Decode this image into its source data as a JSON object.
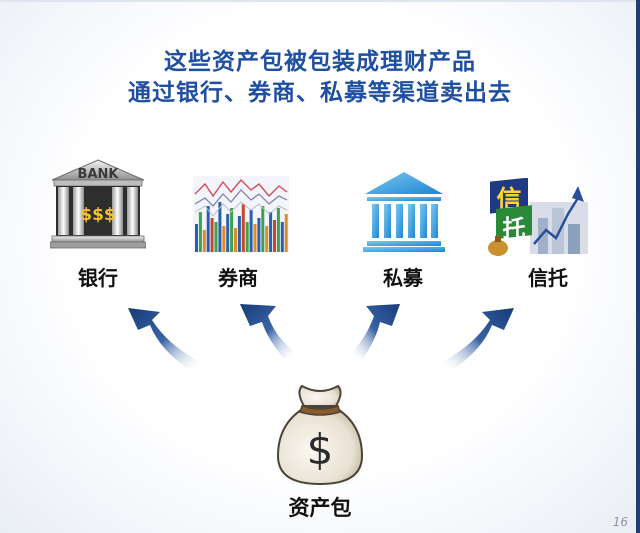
{
  "title": {
    "line1": "这些资产包被包装成理财产品",
    "line2": "通过银行、券商、私募等渠道卖出去"
  },
  "channels": [
    {
      "label": "银行",
      "icon": "bank-icon",
      "icon_text": "BANK",
      "icon_sub": "$$$"
    },
    {
      "label": "券商",
      "icon": "stock-chart-icon"
    },
    {
      "label": "私募",
      "icon": "institution-building-icon"
    },
    {
      "label": "信托",
      "icon": "trust-icon",
      "icon_text1": "信",
      "icon_text2": "托"
    }
  ],
  "source": {
    "label": "资产包",
    "icon": "money-bag-icon",
    "icon_text": "$"
  },
  "page_number": "16",
  "colors": {
    "title": "#1f4fa0",
    "arrow": "#1e4a8a",
    "frame": "#1f3f73"
  }
}
